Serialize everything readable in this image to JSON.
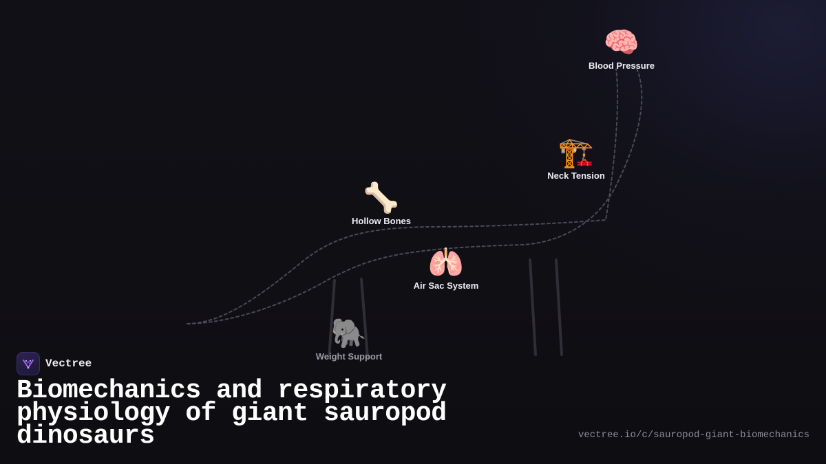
{
  "brand": {
    "name": "Vectree"
  },
  "title": "Biomechanics and respiratory physiology of giant sauropod dinosaurs",
  "url": "vectree.io/c/sauropod-giant-biomechanics",
  "colors": {
    "background": "#0f0e13",
    "silhouette_stroke": "#4a4a55",
    "leg_stroke": "#2e2e36",
    "logo_bg": "#251e44",
    "logo_accent": "#a56cf0"
  },
  "nodes": [
    {
      "id": "blood-pressure",
      "icon": "brain-icon",
      "emoji": "🧠",
      "label": "Blood Pressure",
      "dim": false
    },
    {
      "id": "neck-tension",
      "icon": "crane-icon",
      "emoji": "🏗️",
      "label": "Neck Tension",
      "dim": false
    },
    {
      "id": "hollow-bones",
      "icon": "bone-icon",
      "emoji": "🦴",
      "label": "Hollow Bones",
      "dim": false
    },
    {
      "id": "air-sac-system",
      "icon": "lungs-icon",
      "emoji": "🫁",
      "label": "Air Sac System",
      "dim": false
    },
    {
      "id": "weight-support",
      "icon": "elephant-icon",
      "emoji": "🐘",
      "label": "Weight Support",
      "dim": true
    }
  ]
}
